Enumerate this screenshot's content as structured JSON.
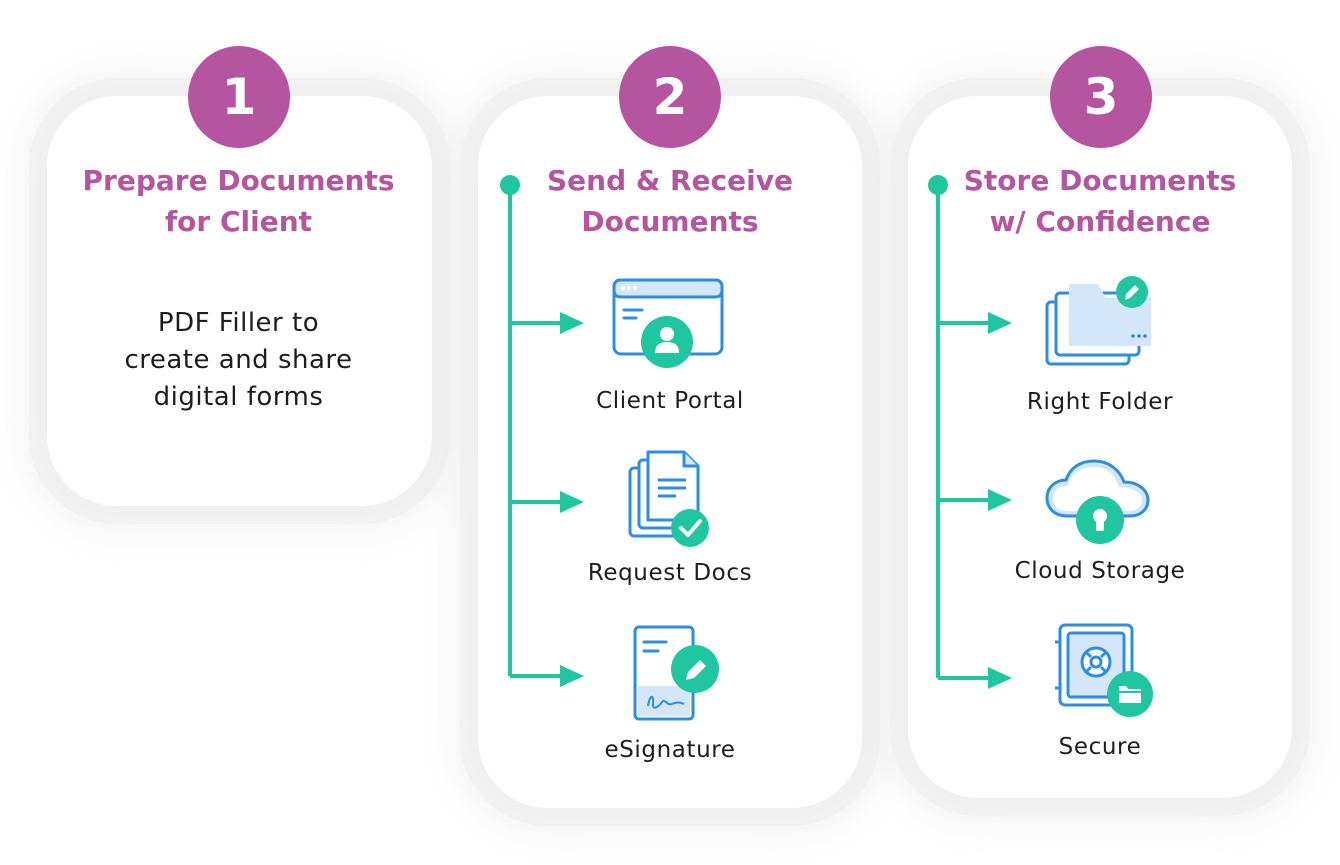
{
  "steps": [
    {
      "number": "1",
      "title_line1": "Prepare Documents",
      "title_line2": "for Client",
      "description": [
        "PDF Filler to",
        "create and share",
        "digital forms"
      ]
    },
    {
      "number": "2",
      "title_line1": "Send & Receive",
      "title_line2": "Documents",
      "items": [
        {
          "label": "Client Portal",
          "icon": "client-portal-icon"
        },
        {
          "label": "Request Docs",
          "icon": "request-docs-icon"
        },
        {
          "label": "eSignature",
          "icon": "esignature-icon"
        }
      ]
    },
    {
      "number": "3",
      "title_line1": "Store Documents",
      "title_line2": "w/ Confidence",
      "items": [
        {
          "label": "Right Folder",
          "icon": "right-folder-icon"
        },
        {
          "label": "Cloud Storage",
          "icon": "cloud-storage-icon"
        },
        {
          "label": "Secure",
          "icon": "secure-vault-icon"
        }
      ]
    }
  ],
  "colors": {
    "badge": "#b5549f",
    "title": "#b5549f",
    "connector": "#1fc6a0",
    "icon_blue": "#2d8ee0",
    "icon_light_blue": "#d4e6fa",
    "icon_green": "#1fc6a0"
  }
}
